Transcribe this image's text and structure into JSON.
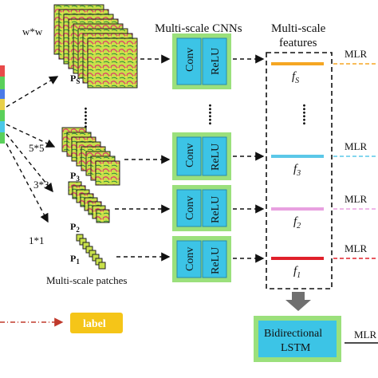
{
  "header": {
    "cnn_title": "Multi-scale CNNs",
    "features_title_line1": "Multi-scale",
    "features_title_line2": "features"
  },
  "patches": {
    "caption": "Multi-scale patches",
    "rows": [
      {
        "size": "w*w",
        "name": "P",
        "sub": "S"
      },
      {
        "size": "5*5",
        "name": "P",
        "sub": "3"
      },
      {
        "size": "3*3",
        "name": "P",
        "sub": "2"
      },
      {
        "size": "1*1",
        "name": "P",
        "sub": "1"
      }
    ]
  },
  "cnn_block": {
    "conv_label": "Conv",
    "relu_label": "ReLU"
  },
  "features": [
    {
      "name": "f",
      "sub": "S",
      "color": "#f5a623"
    },
    {
      "name": "f",
      "sub": "3",
      "color": "#5bc8e8"
    },
    {
      "name": "f",
      "sub": "2",
      "color": "#e8a0e0"
    },
    {
      "name": "f",
      "sub": "1",
      "color": "#e0202a"
    }
  ],
  "mlr_label": "MLR",
  "mlr_output_label": "MLR",
  "lstm": {
    "line1": "Bidirectional",
    "line2": "LSTM"
  },
  "legend": {
    "label_text": "label"
  },
  "ellipsis": "......",
  "colors": {
    "box_fill": "#3cc4e6",
    "box_border": "#9be07c",
    "label_fill": "#f5c518",
    "label_arrow": "#c0392b",
    "lstm_fill": "#3cc4e6",
    "arrow_gray": "#707070"
  }
}
